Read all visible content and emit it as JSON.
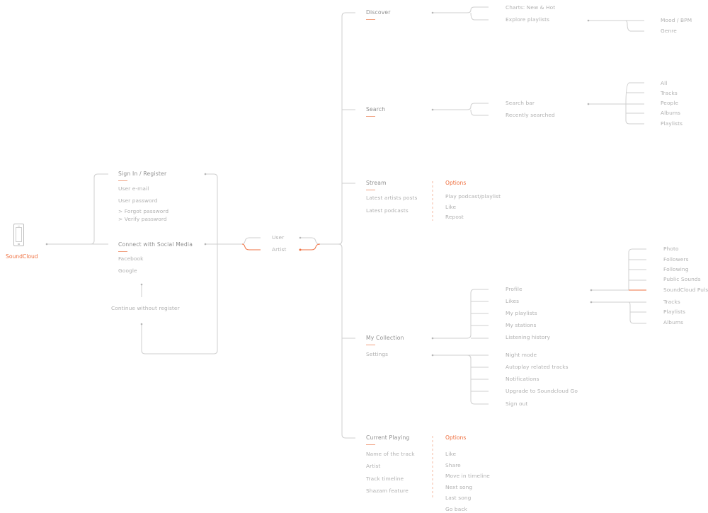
{
  "app": {
    "name": "SoundCloud",
    "accent_color": "#ef6f3f",
    "line_color": "#cfcfcf",
    "text_color": "#b0b0b0",
    "heading_color": "#8e8e8e"
  },
  "entry": {
    "icon": "phone-icon",
    "label": "SoundCloud"
  },
  "auth": {
    "sign_in": {
      "title": "Sign In / Register",
      "items": [
        "User e-mail",
        "User password",
        "> Forgot password",
        "> Verify password"
      ]
    },
    "social": {
      "title": "Connect with Social Media",
      "items": [
        "Facebook",
        "Google"
      ]
    },
    "skip": "Continue without register"
  },
  "roles": {
    "items": [
      "User",
      "Artist"
    ],
    "highlighted": "Artist"
  },
  "sections": {
    "discover": {
      "title": "Discover",
      "items": [
        "Charts: New & Hot",
        "Explore playlists"
      ],
      "explore_playlists": [
        "Mood / BPM",
        "Genre"
      ]
    },
    "search": {
      "title": "Search",
      "items": [
        "Search bar",
        "Recently searched"
      ],
      "search_bar": [
        "All",
        "Tracks",
        "People",
        "Albums",
        "Playlists"
      ]
    },
    "stream": {
      "title": "Stream",
      "items": [
        "Latest artists posts",
        "Latest podcasts"
      ],
      "options_title": "Options",
      "options": [
        "Play podcast/playlist",
        "Like",
        "Repost"
      ]
    },
    "collection": {
      "title": "My Collection",
      "sub": "Settings",
      "items": [
        "Profile",
        "Likes",
        "My playlists",
        "My stations",
        "Listening history"
      ],
      "profile": [
        "Photo",
        "Followers",
        "Following",
        "Public Sounds",
        "SoundCloud Pulse"
      ],
      "likes": [
        "Tracks",
        "Playlists",
        "Albums"
      ],
      "settings": [
        "Night mode",
        "Autoplay related tracks",
        "Notifications",
        "Upgrade to Soundcloud Go",
        "Sign out"
      ]
    },
    "playing": {
      "title": "Current Playing",
      "items": [
        "Name of the track",
        "Artist",
        "Track timeline",
        "Shazam feature"
      ],
      "options_title": "Options",
      "options": [
        "Like",
        "Share",
        "Move in timeline",
        "Next song",
        "Last song",
        "Go back"
      ]
    }
  }
}
